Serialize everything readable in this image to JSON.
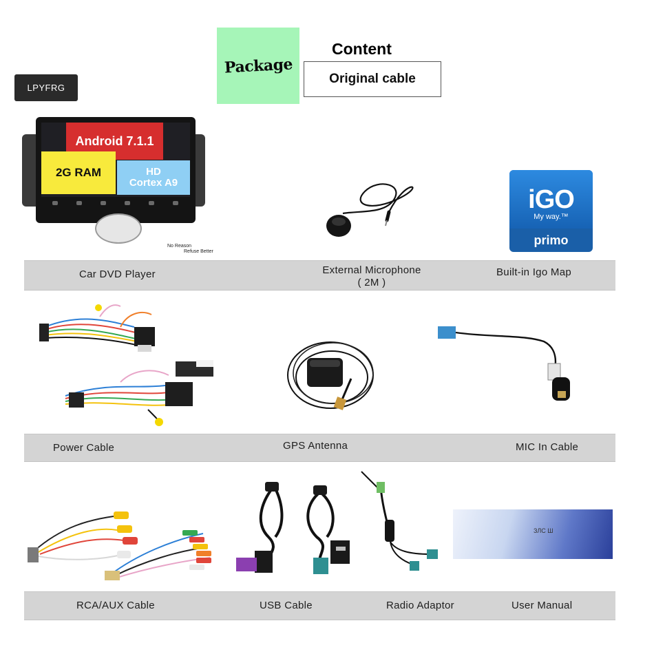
{
  "header": {
    "package_label": "Package",
    "content_title": "Content",
    "content_value": "Original cable"
  },
  "brand": "LPYFRG",
  "head_unit": {
    "android": "Android 7.1.1",
    "ram": "2G RAM",
    "cpu_line1": "HD",
    "cpu_line2": "Cortex A9",
    "note_line1": "No Reason",
    "note_line2": "Refuse Better"
  },
  "igo": {
    "logo": "iGO",
    "tagline": "My way.™",
    "edition": "primo"
  },
  "manual_cover": "ЗЛС Ш",
  "row1": {
    "car_dvd": "Car DVD Player",
    "microphone_line1": "External Microphone",
    "microphone_line2": "( 2M )",
    "igo_map": "Built-in Igo Map"
  },
  "row2": {
    "power_cable": "Power Cable",
    "gps_antenna": "GPS Antenna",
    "mic_in_cable": "MIC In Cable"
  },
  "row3": {
    "rca_aux": "RCA/AUX Cable",
    "usb_cable": "USB Cable",
    "radio_adaptor": "Radio Adaptor",
    "user_manual": "User Manual"
  },
  "colors": {
    "package_bg": "#a6f5b8",
    "label_bar": "#d4d4d4",
    "tile_red": "#d62e2e",
    "tile_yellow": "#f8ea3c",
    "tile_blue": "#8fcff4",
    "igo_blue": "#1a5fa8"
  }
}
